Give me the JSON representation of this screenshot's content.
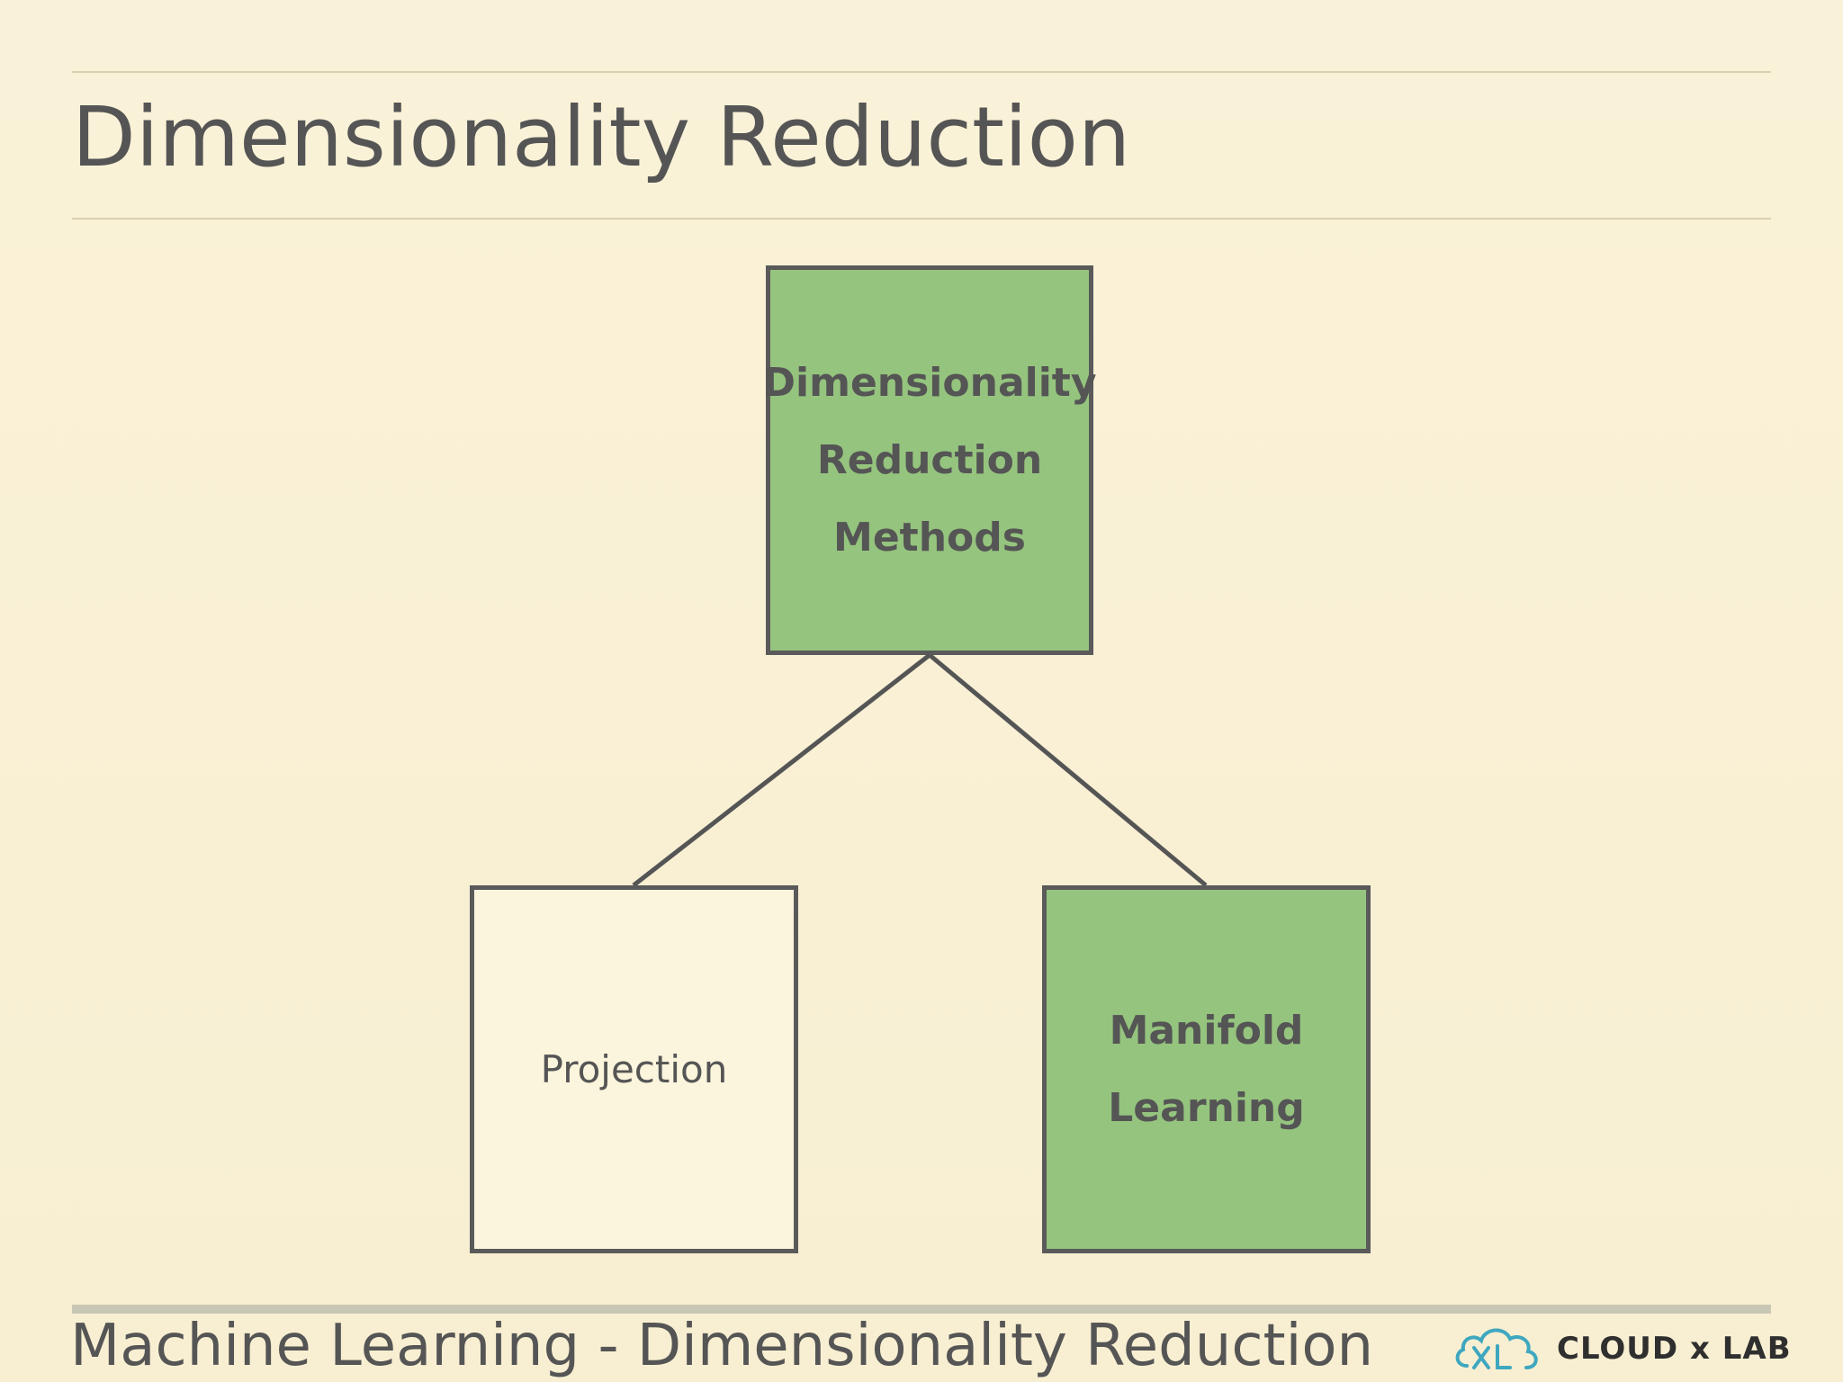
{
  "slide": {
    "title": "Dimensionality Reduction",
    "footer": "Machine Learning - Dimensionality Reduction"
  },
  "diagram": {
    "root": {
      "lines": [
        "Dimensionality",
        "Reduction",
        "Methods"
      ],
      "fill": "#95c47e"
    },
    "children": [
      {
        "lines": [
          "Projection"
        ],
        "fill": "#fbf5dd"
      },
      {
        "lines": [
          "Manifold",
          "Learning"
        ],
        "fill": "#95c47e"
      }
    ],
    "edges": [
      {
        "from": "root",
        "to": "Projection"
      },
      {
        "from": "root",
        "to": "Manifold Learning"
      }
    ]
  },
  "logo": {
    "text": "CLOUD x LAB",
    "mark": "cloud-icon",
    "colors": {
      "cloud": "#3fa7bf",
      "text": "#2f2f2f"
    }
  },
  "colors": {
    "background": "#f8f0d4",
    "accent_green": "#95c47e",
    "outline": "#5a5a5a",
    "text": "#555555"
  }
}
